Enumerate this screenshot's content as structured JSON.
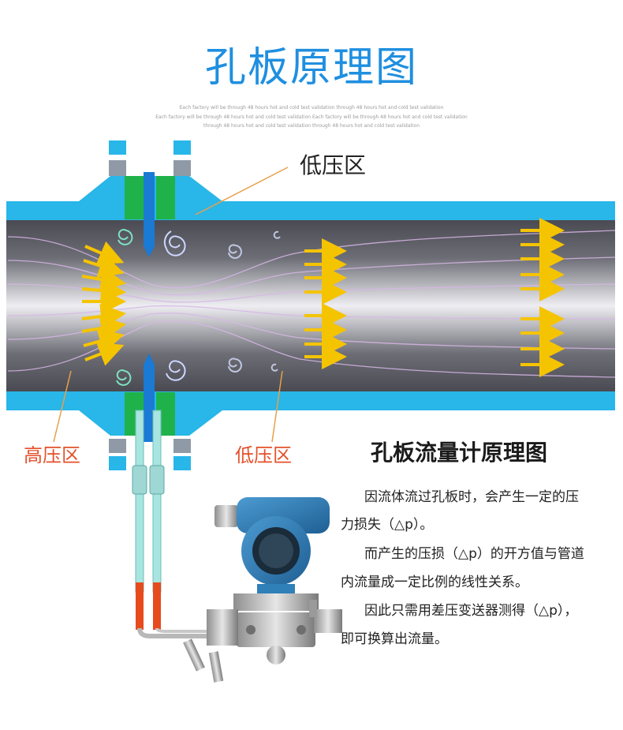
{
  "title": "孔板原理图",
  "subtitle_lines": [
    "Each factory will be through 48 hours hot and cold test validation through 48 hours hot and cold test validation",
    "Each factory will be through 48 hours hot and cold test validation Each factory will be through 48 hours hot and cold test validation",
    "through 48 hours hot and cold test validation through 48 hours hot and cold test validation"
  ],
  "labels": {
    "low_pressure_top": "低压区",
    "high_pressure": "高压区",
    "low_pressure_bottom": "低压区"
  },
  "flowmeter": {
    "title": "孔板流量计原理图",
    "description_lines": [
      "因流体流过孔板时，会产生一定的压",
      "力损失（△p）。",
      "而产生的压损（△p）的开方值与管道",
      "内流量成一定比例的线性关系。",
      "因此只需用差压变送器测得（△p），",
      "即可换算出流量。"
    ]
  },
  "colors": {
    "title": "#1f8fe0",
    "pipe_wall": "#29b6e8",
    "flange_green": "#1fb24a",
    "arrow_yellow": "#f5c400",
    "pressure_label": "#e4512b",
    "transmitter_blue": "#2f7fb8"
  }
}
